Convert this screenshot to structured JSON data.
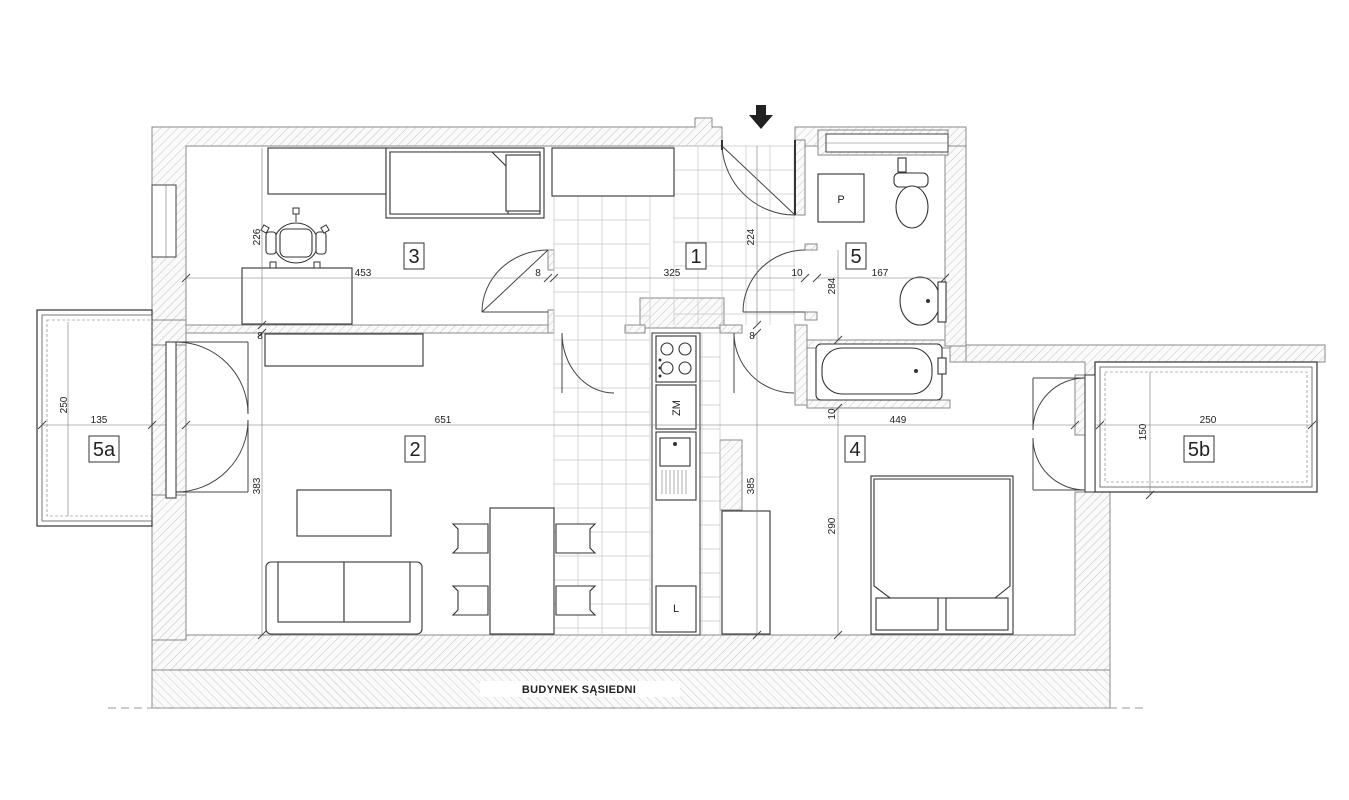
{
  "rooms": [
    {
      "id": "1"
    },
    {
      "id": "2"
    },
    {
      "id": "3"
    },
    {
      "id": "4"
    },
    {
      "id": "5"
    },
    {
      "id": "5a"
    },
    {
      "id": "5b"
    }
  ],
  "dims": {
    "d453": "453",
    "d226": "226",
    "d8a": "8",
    "d325": "325",
    "d224": "224",
    "d10a": "10",
    "d167": "167",
    "d284": "284",
    "d8b": "8",
    "d8c": "8",
    "d250a": "250",
    "d135": "135",
    "d651": "651",
    "d383": "383",
    "d385": "385",
    "d10b": "10",
    "d449": "449",
    "d290": "290",
    "d150": "150",
    "d250b": "250"
  },
  "fixtures": {
    "p": "P",
    "zm": "ZM",
    "l": "L"
  },
  "neighbor_label": "BUDYNEK SĄSIEDNI",
  "colors": {
    "wall_line": "#8a8a8a",
    "tile_grid": "#c6c6c6",
    "ink": "#222222"
  }
}
